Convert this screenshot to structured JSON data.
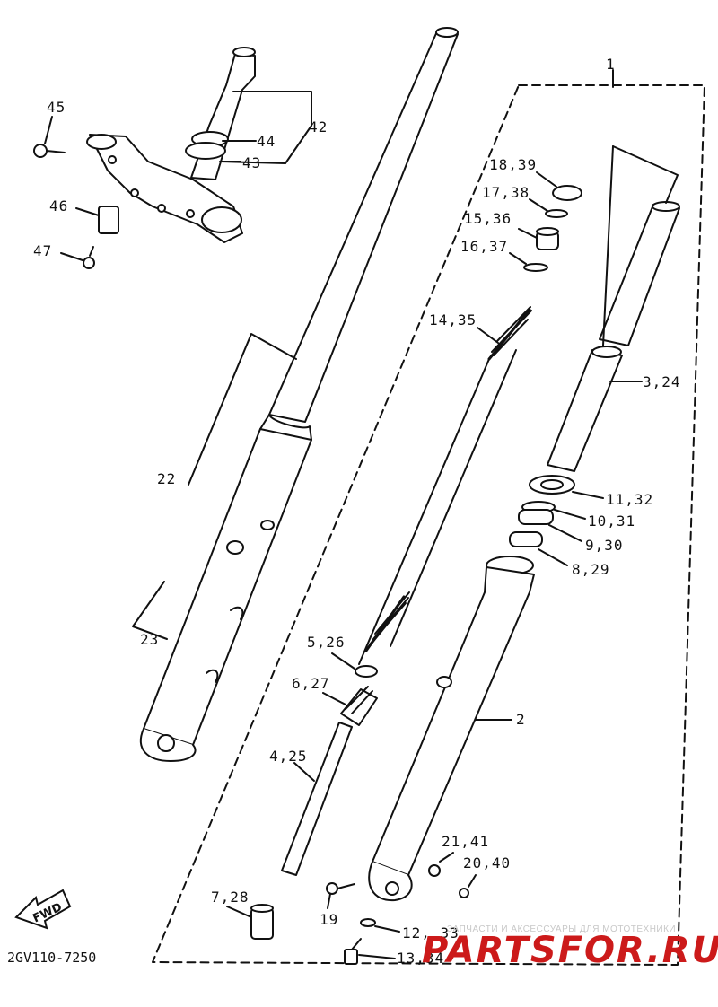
{
  "diagram_code": "2GV110-7250",
  "fwd_label": "FWD",
  "watermark": {
    "caption": "ЗАПЧАСТИ И АКСЕССУАРЫ ДЛЯ МОТОТЕХНИКИ",
    "logo": "PARTSFOR.RU"
  },
  "callouts": {
    "c1": "1",
    "c2": "2",
    "c3_24": "3,24",
    "c4_25": "4,25",
    "c5_26": "5,26",
    "c6_27": "6,27",
    "c7_28": "7,28",
    "c8_29": "8,29",
    "c9_30": "9,30",
    "c10_31": "10,31",
    "c11_32": "11,32",
    "c12_33": "12, 33",
    "c13_34": "13,34",
    "c14_35": "14,35",
    "c15_36": "15,36",
    "c16_37": "16,37",
    "c17_38": "17,38",
    "c18_39": "18,39",
    "c19": "19",
    "c20_40": "20,40",
    "c21_41": "21,41",
    "c22": "22",
    "c23": "23",
    "c42": "42",
    "c43": "43",
    "c44": "44",
    "c45": "45",
    "c46": "46",
    "c47": "47"
  }
}
